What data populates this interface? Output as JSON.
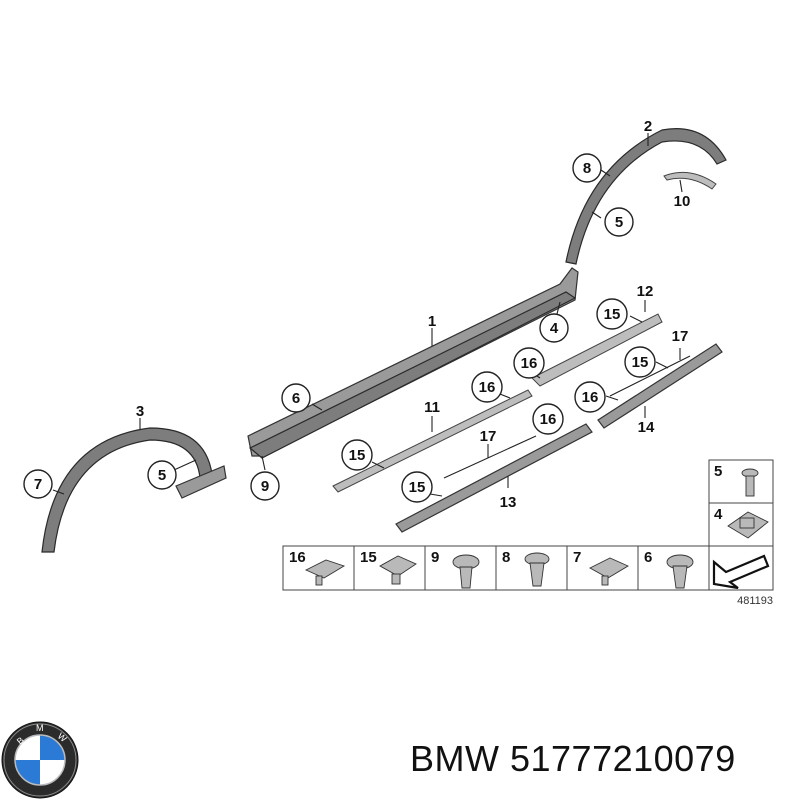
{
  "callouts": {
    "c1": "1",
    "c2": "2",
    "c3": "3",
    "c4": "4",
    "c5a": "5",
    "c5b": "5",
    "c6": "6",
    "c7": "7",
    "c8": "8",
    "c9": "9",
    "c10": "10",
    "c11": "11",
    "c12": "12",
    "c13": "13",
    "c14": "14",
    "c15a": "15",
    "c15b": "15",
    "c15c": "15",
    "c15d": "15",
    "c16a": "16",
    "c16b": "16",
    "c16c": "16",
    "c16d": "16",
    "c17a": "17",
    "c17b": "17"
  },
  "legend": {
    "cells": [
      "16",
      "15",
      "9",
      "8",
      "7",
      "6"
    ],
    "side": [
      "5",
      "4"
    ],
    "ref": "481193"
  },
  "brand": {
    "logo_letters": "BMW",
    "caption": "BMW 51777210079"
  }
}
